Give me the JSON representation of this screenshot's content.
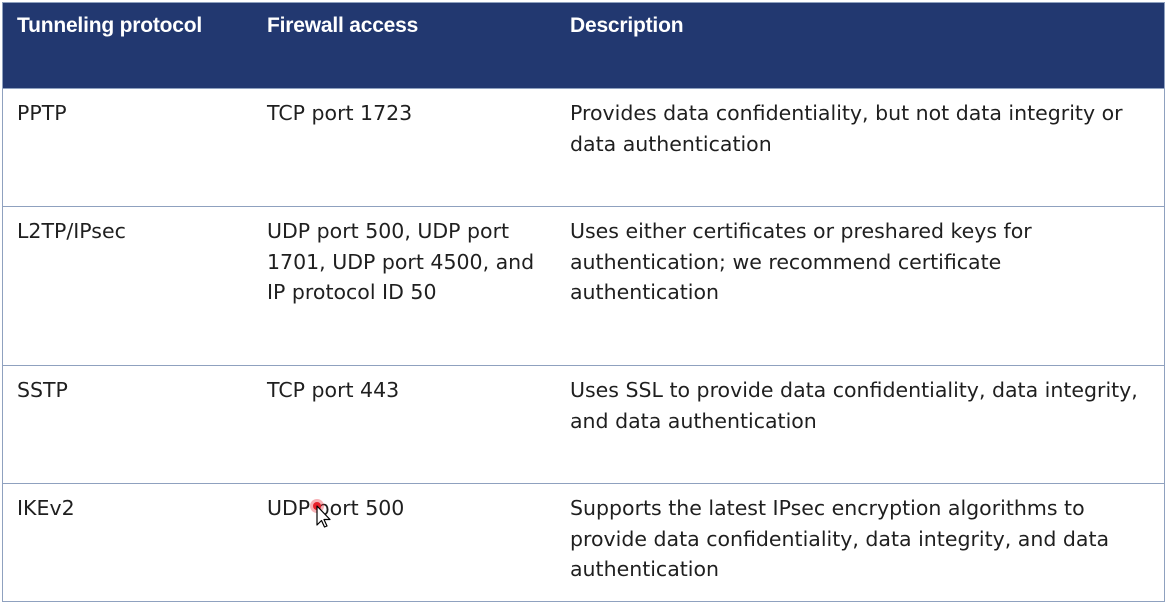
{
  "header": {
    "col1": "Tunneling protocol",
    "col2": "Firewall access",
    "col3": "Description"
  },
  "rows": [
    {
      "protocol": "PPTP",
      "firewall": "TCP port 1723",
      "description": "Provides data confidentiality, but not data integrity or data authentication"
    },
    {
      "protocol": "L2TP/IPsec",
      "firewall": "UDP port 500, UDP port 1701, UDP port 4500, and IP protocol ID 50",
      "description": "Uses either certificates or preshared keys for authentication; we recommend certificate authentication"
    },
    {
      "protocol": "SSTP",
      "firewall": "TCP port 443",
      "description": "Uses SSL to provide data confidentiality, data integrity, and data authentication"
    },
    {
      "protocol": "IKEv2",
      "firewall": "UDP port 500",
      "description": "Supports the latest IPsec encryption algorithms to provide data confidentiality, data integrity, and data authentication"
    }
  ],
  "colors": {
    "header_bg": "#223870",
    "header_text": "#ffffff",
    "border": "#8fa1bf",
    "cursor_highlight": "#e8202a"
  },
  "icons": {
    "cursor": "mouse-pointer-icon"
  }
}
